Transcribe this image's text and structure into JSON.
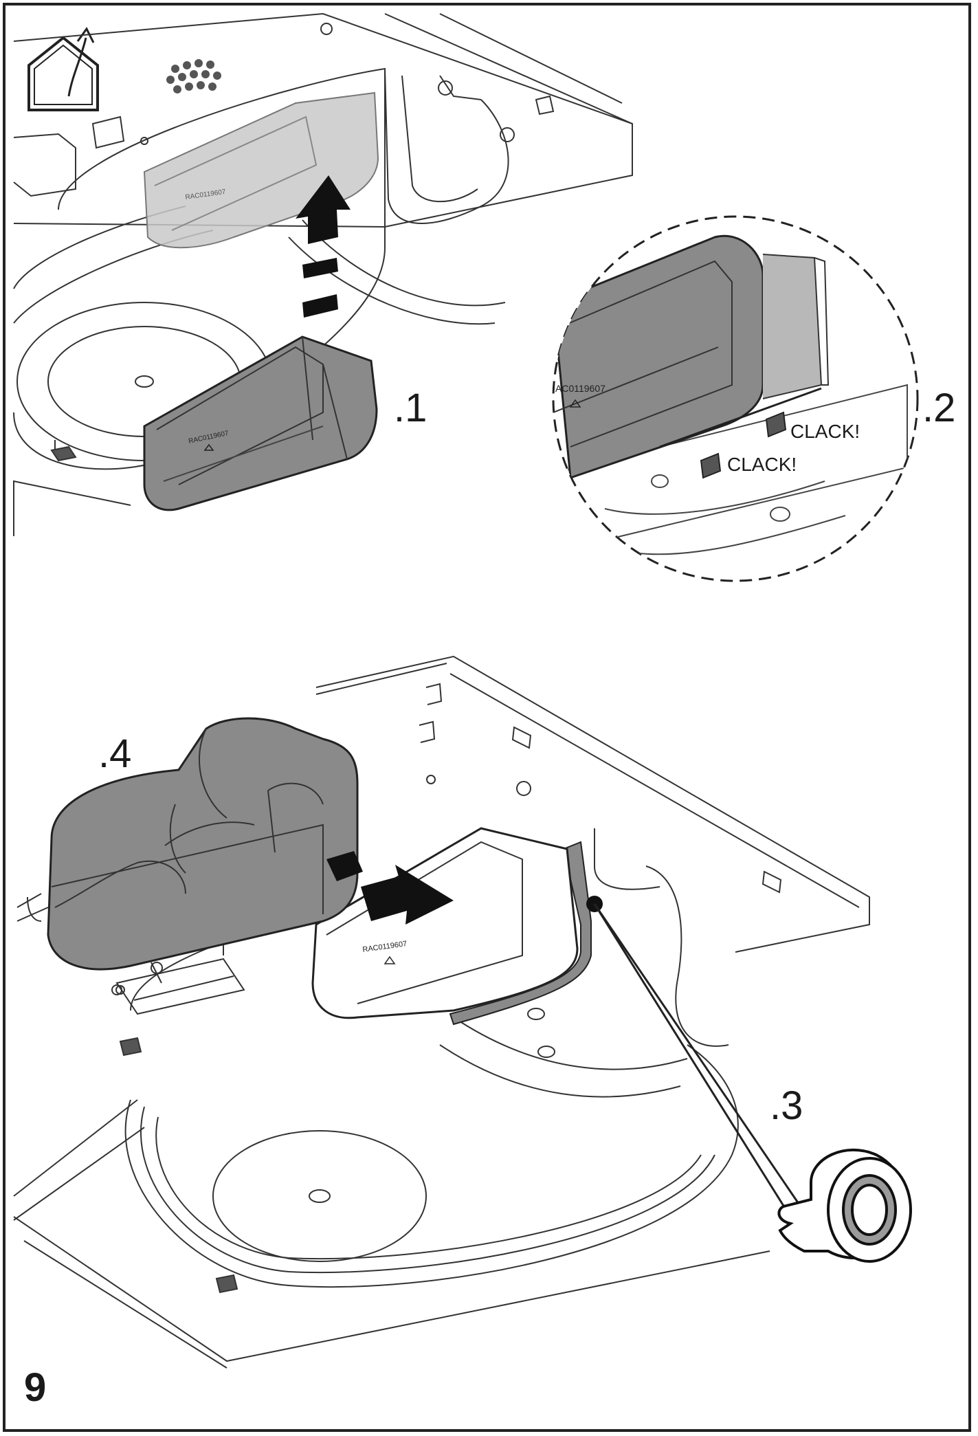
{
  "steps": {
    "step1": ".1",
    "step2": ".2",
    "step3": ".3",
    "step4": ".4"
  },
  "clack_labels": [
    "CLACK!",
    "CLACK!"
  ],
  "part_codes": [
    "RAC0119607",
    "AC0119607",
    "RAC0119607",
    "RAC0119607"
  ],
  "page_number": "9",
  "icons": [
    "ducted-exhaust-house-icon",
    "adhesive-tape-roll-icon",
    "direction-arrow-icon"
  ],
  "colors": {
    "line": "#222222",
    "duct_fill": "#8a8a8a",
    "duct_ghost": "#c9c9c9"
  }
}
